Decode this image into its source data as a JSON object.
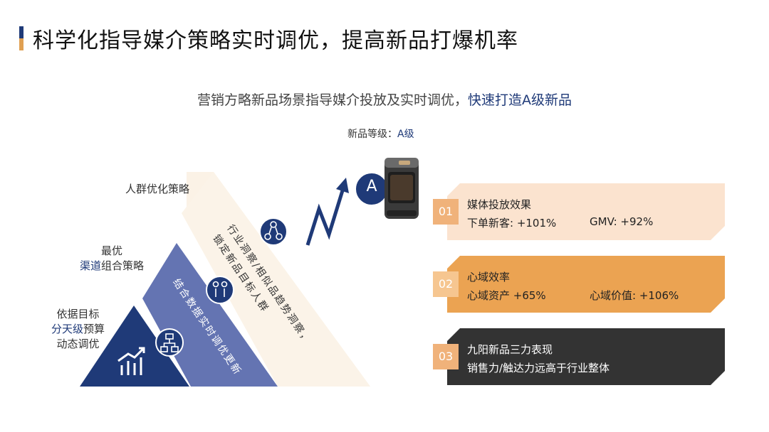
{
  "title": "科学化指导媒介策略实时调优，提高新品打爆机率",
  "subtitle": {
    "main": "营销方略新品场景指导媒介投放及实时调优，",
    "highlight": "快速打造A级新品"
  },
  "grade": {
    "label": "新品等级：",
    "value": "A级"
  },
  "badge": "A",
  "left_labels": {
    "crowd": "人群优化策略",
    "channel_top": "最优",
    "channel_hl": "渠道",
    "channel_rest": "组合策略",
    "budget_top": "依据目标",
    "budget_hl": "分天级",
    "budget_rest": "预算",
    "budget_bottom": "动态调优"
  },
  "bands": {
    "outer_line1": "行业洞察/相似品趋势洞察，",
    "outer_line2": "锁定新品目标人群",
    "middle": "结合数据实时调优更新"
  },
  "cards": [
    {
      "num": "01",
      "head": "媒体投放效果",
      "m1": "下单新客: +101%",
      "m2": "GMV: +92%",
      "bg": "#fbe3cf",
      "num_bg": "#f0b27a"
    },
    {
      "num": "02",
      "head": "心域效率",
      "m1": "心域资产 +65%",
      "m2": "心域价值: +106%",
      "bg": "#eba352",
      "num_bg": "#f6c690"
    },
    {
      "num": "03",
      "head": "九阳新品三力表现",
      "m1": "销售力/触达力远高于行业整体",
      "m2": "",
      "bg": "#333333",
      "num_bg": "#f0b27a"
    }
  ],
  "colors": {
    "navy": "#1f3a78",
    "slate": "#6474b2",
    "cream": "#fbf3e8",
    "orange": "#eba352"
  },
  "icons": [
    "chart-up-icon",
    "hierarchy-icon",
    "people-icon",
    "network-icon",
    "zigzag-arrow-icon",
    "air-fryer-image"
  ]
}
